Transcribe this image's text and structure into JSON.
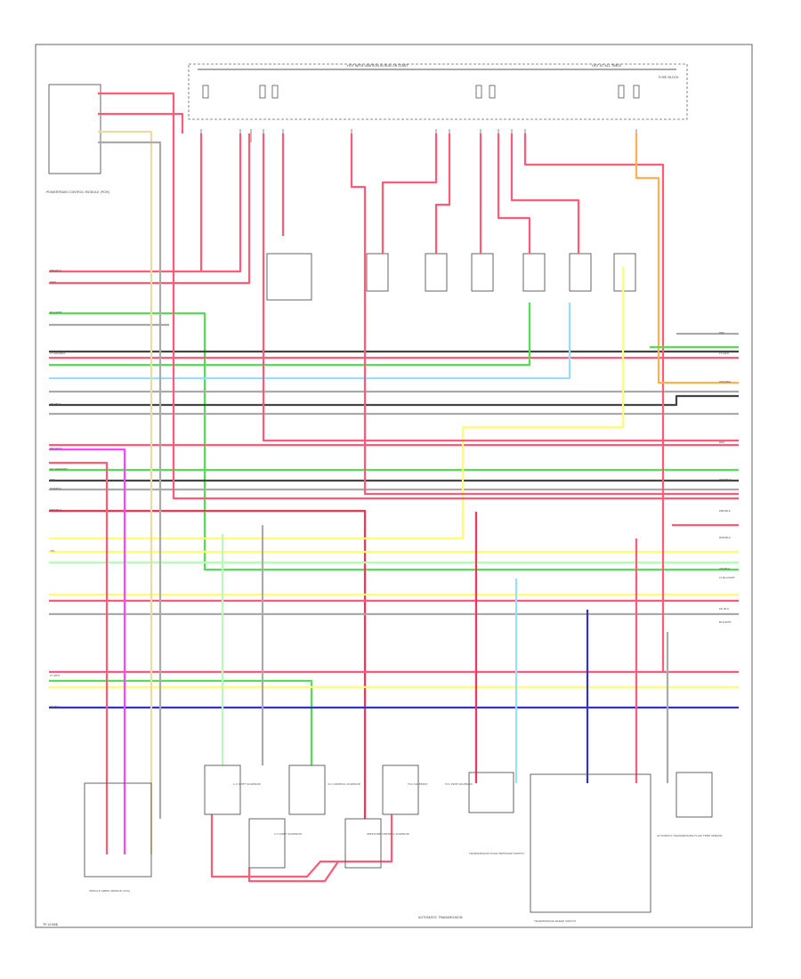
{
  "page_label": "TP 41988",
  "section_label": "AUTOMATIC TRANSMISSION",
  "top_bus_label": "HOT WITH IGNITION IN RUN OR START",
  "top_right_bus_label": "HOT AT ALL TIMES",
  "fuse_block_label": "FUSE BLOCK",
  "left_module_label": "POWERTRAIN CONTROL MODULE (PCM)",
  "solenoid_labels": [
    "1-2 SHIFT SOLENOID",
    "2-3 SHIFT SOLENOID",
    "3-2 CONTROL SOLENOID",
    "PRESSURE CONTROL SOLENOID",
    "TCC SOLENOID",
    "TCC PWM SOLENOID"
  ],
  "bottom_component_labels": [
    "VEHICLE SPEED SENSOR (VSS)",
    "TRANSMISSION FLUID PRESSURE SWITCH",
    "AUTOMATIC TRANSMISSION FLUID TEMP SENSOR",
    "TRANSMISSION RANGE SWITCH"
  ],
  "left_wire_labels": [
    "PNK/BLK",
    "ORN",
    "BLK/WHT",
    "LT GRN/BLK",
    "YEL/BLK",
    "DK GRN/WHT",
    "TAN/BLK",
    "PPL/WHT",
    "GRY",
    "RED/BLK",
    "LT GRN",
    "YEL",
    "DK BLU"
  ],
  "right_wire_labels": [
    "PNK",
    "LT GRN",
    "ORN/BLK",
    "RED",
    "PNK/BLK",
    "WHT/BLK",
    "RED/BLK",
    "YEL/BLK",
    "LT BLU/WHT",
    "DK BLU",
    "BLK/WHT"
  ],
  "colors": {
    "pink": "#ff5a78",
    "red": "#ff3050",
    "yellow": "#ffff70",
    "green": "#55dd55",
    "light_green": "#b5ffb5",
    "blue": "#3333cc",
    "light_blue": "#99ddff",
    "orange": "#ffb050",
    "tan": "#e8dca0",
    "gray": "#aaaaaa",
    "black": "#444444",
    "magenta": "#ff44ff",
    "dark_gray": "#777777"
  }
}
